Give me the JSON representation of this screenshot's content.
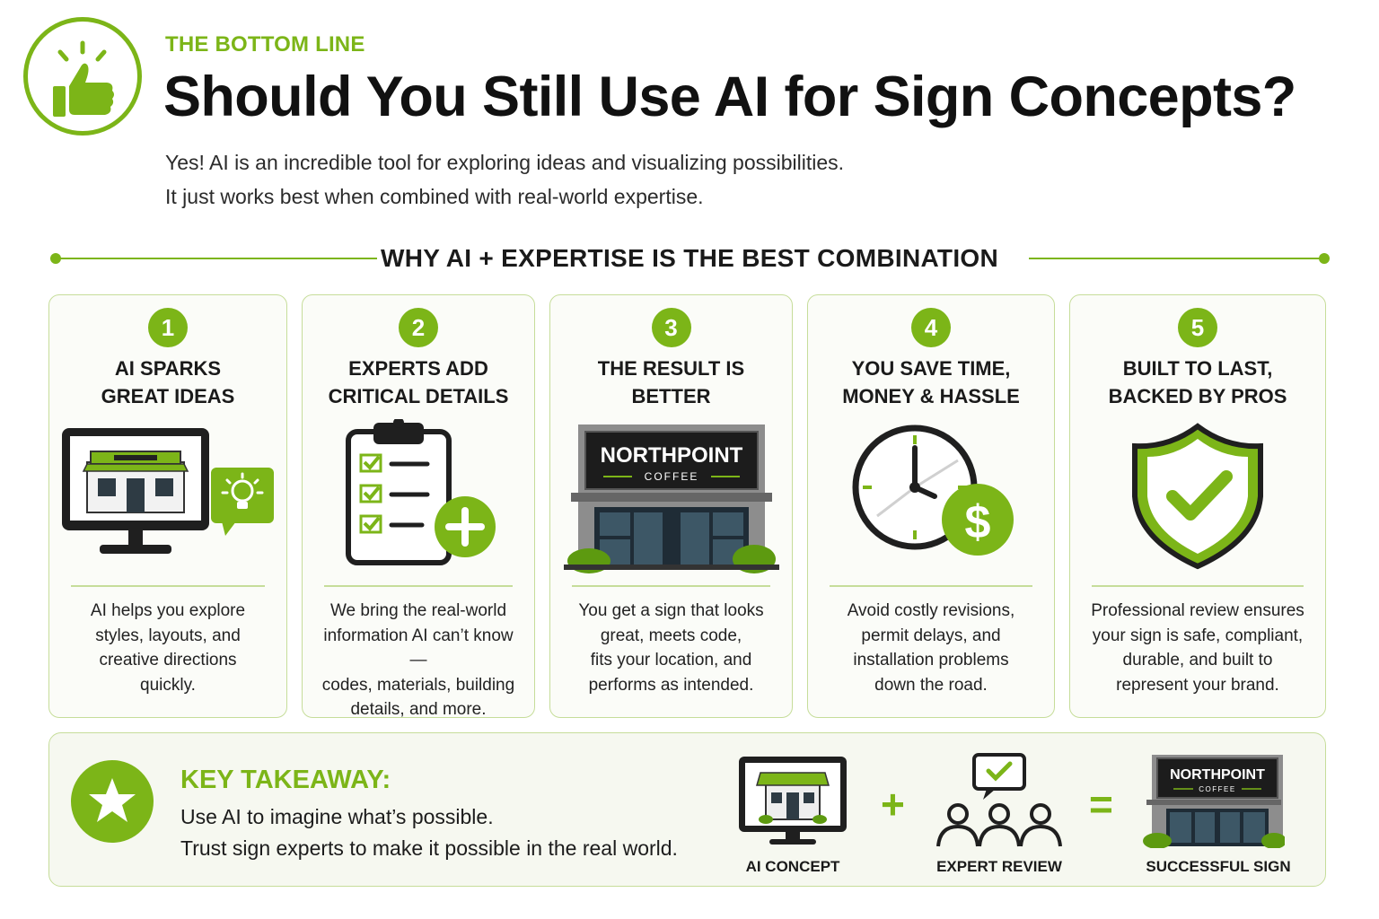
{
  "header": {
    "eyebrow": "THE BOTTOM LINE",
    "title": "Should You Still Use AI for Sign Concepts?",
    "subtitle_line1": "Yes! AI is an incredible tool for exploring ideas and visualizing possibilities.",
    "subtitle_line2": "It just works best when combined with real-world expertise.",
    "badge_icon": "thumbs-up-icon"
  },
  "section": {
    "heading": "WHY AI + EXPERTISE IS THE BEST COMBINATION"
  },
  "cards": [
    {
      "number": "1",
      "title": "AI SPARKS\nGREAT IDEAS",
      "body": "AI helps you explore\nstyles, layouts, and\ncreative directions\nquickly.",
      "icon": "monitor-lightbulb-icon"
    },
    {
      "number": "2",
      "title": "EXPERTS ADD\nCRITICAL DETAILS",
      "body": "We bring the real-world\ninformation AI can’t know—\ncodes, materials, building\ndetails, and more.",
      "icon": "clipboard-checklist-icon"
    },
    {
      "number": "3",
      "title": "THE RESULT IS\nBETTER",
      "body": "You get a sign that looks\ngreat, meets code,\nfits your location, and\nperforms as intended.",
      "icon": "storefront-icon",
      "sign_name": "NORTHPOINT",
      "sign_sub": "COFFEE"
    },
    {
      "number": "4",
      "title": "YOU SAVE TIME,\nMONEY & HASSLE",
      "body": "Avoid costly revisions,\npermit delays, and\ninstallation problems\ndown the road.",
      "icon": "clock-dollar-icon",
      "dollar": "$"
    },
    {
      "number": "5",
      "title": "BUILT TO LAST,\nBACKED BY PROS",
      "body": "Professional review ensures\nyour sign is safe, compliant,\ndurable, and built to\nrepresent your brand.",
      "icon": "shield-check-icon"
    }
  ],
  "takeaway": {
    "title": "KEY TAKEAWAY:",
    "line1": "Use AI to imagine what’s possible.",
    "line2": "Trust sign experts to make it possible in the real world.",
    "star_icon": "star-icon",
    "equation": {
      "items": [
        {
          "label": "AI CONCEPT",
          "icon": "monitor-storefront-icon"
        },
        {
          "label": "EXPERT REVIEW",
          "icon": "people-check-icon"
        },
        {
          "label": "SUCCESSFUL SIGN",
          "icon": "storefront-icon",
          "sign_name": "NORTHPOINT",
          "sign_sub": "COFFEE"
        }
      ],
      "plus": "+",
      "equals": "="
    }
  },
  "colors": {
    "accent": "#7cb518",
    "dark": "#1c1c1c",
    "card_border": "#c6dd9a"
  }
}
